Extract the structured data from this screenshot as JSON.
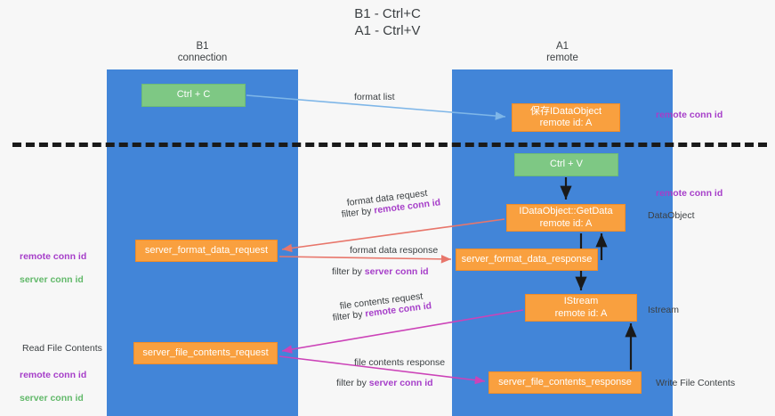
{
  "title": "B1 - Ctrl+C\nA1 - Ctrl+V",
  "lanes": {
    "left": {
      "head": "B1\nconnection"
    },
    "right": {
      "head": "A1\nremote"
    }
  },
  "nodes": {
    "ctrl_c": "Ctrl + C",
    "save_idataobject": "保存IDataObject\nremote id: A",
    "ctrl_v": "Ctrl + V",
    "idataobject_getdata": "IDataObject::GetData\nremote id: A",
    "server_format_data_request": "server_format_data_request",
    "server_format_data_response": "server_format_data_response",
    "istream": "IStream\nremote id: A",
    "server_file_contents_request": "server_file_contents_request",
    "server_file_contents_response": "server_file_contents_response"
  },
  "edge_labels": {
    "format_list": "format list",
    "format_data_request": "format data request",
    "filter_by_prefix": "filter by ",
    "remote_conn_id": "remote conn id",
    "server_conn_id": "server conn id",
    "format_data_response": "format data response",
    "file_contents_request": "file contents request",
    "file_contents_response": "file contents response"
  },
  "annotations": {
    "remote_conn_id_top": "remote conn id",
    "remote_conn_id_mid": "remote conn id",
    "dataobject": "DataObject",
    "istream": "Istream",
    "write_file_contents": "Write File Contents",
    "read_file_contents": "Read File Contents",
    "legend_remote": "remote conn id",
    "legend_server": "server conn id"
  },
  "colors": {
    "lane": "#4285d8",
    "node_orange": "#f9a03f",
    "node_green": "#7ec884",
    "remote_conn_id": "#a63ec9",
    "server_conn_id": "#62b96a",
    "arrow_blue": "#7eb6e8",
    "arrow_red": "#e8766b",
    "arrow_magenta": "#cc43b8",
    "arrow_black": "#1a1a1a",
    "divider": "#1a1a1a",
    "background": "#f7f7f7"
  }
}
